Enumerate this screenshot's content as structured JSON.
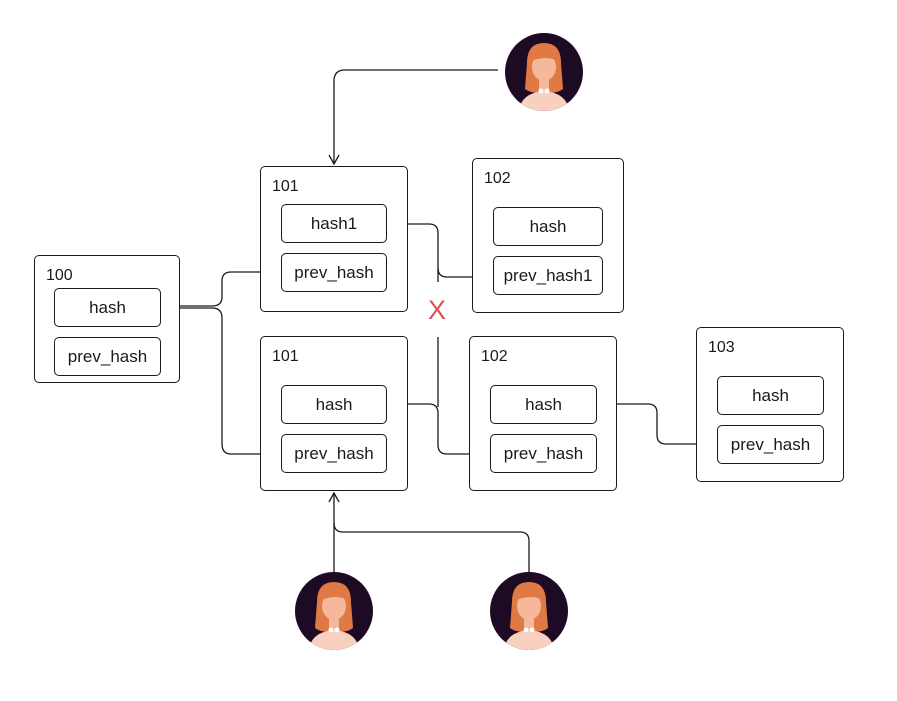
{
  "colors": {
    "line": "#1a1a1a",
    "fork_mark": "#d9534f",
    "avatar_bg": "#1d0b24",
    "hair": "#e07a45",
    "skin": "#f6b89b",
    "shirt": "#f8d0bf"
  },
  "blocks": {
    "b100": {
      "label": "100",
      "hash": "hash",
      "prev": "prev_hash"
    },
    "b101_top": {
      "label": "101",
      "hash": "hash1",
      "prev": "prev_hash"
    },
    "b102_top": {
      "label": "102",
      "hash": "hash",
      "prev": "prev_hash1"
    },
    "b101_bottom": {
      "label": "101",
      "hash": "hash",
      "prev": "prev_hash"
    },
    "b102_bottom": {
      "label": "102",
      "hash": "hash",
      "prev": "prev_hash"
    },
    "b103": {
      "label": "103",
      "hash": "hash",
      "prev": "prev_hash"
    }
  },
  "fork_mark": "X",
  "avatars": [
    "user-avatar-icon",
    "user-avatar-icon",
    "user-avatar-icon"
  ]
}
